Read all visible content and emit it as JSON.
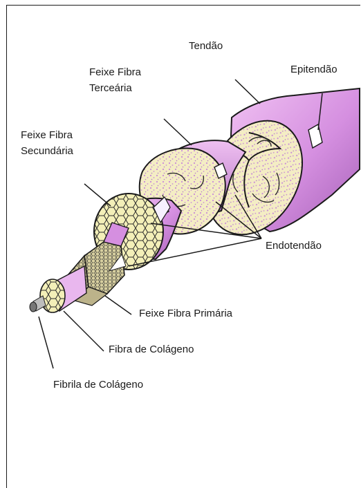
{
  "labels": {
    "tendon": "Tendão",
    "epitenon": "Epitendão",
    "tertiary_1": "Feixe Fibra",
    "tertiary_2": "Terceária",
    "secondary_1": "Feixe Fibra",
    "secondary_2": "Secundária",
    "endotenon": "Endotendão",
    "primary": "Feixe Fibra Primária",
    "collagen_fiber": "Fibra de Colágeno",
    "collagen_fibril": "Fibrila de Colágeno"
  },
  "colors": {
    "tendon_body": "#d58fe0",
    "tendon_face": "#f4edc4",
    "tendon_dots": "#c98bd8",
    "honeycomb": "#f3efb8",
    "outline": "#1a1a1a"
  }
}
